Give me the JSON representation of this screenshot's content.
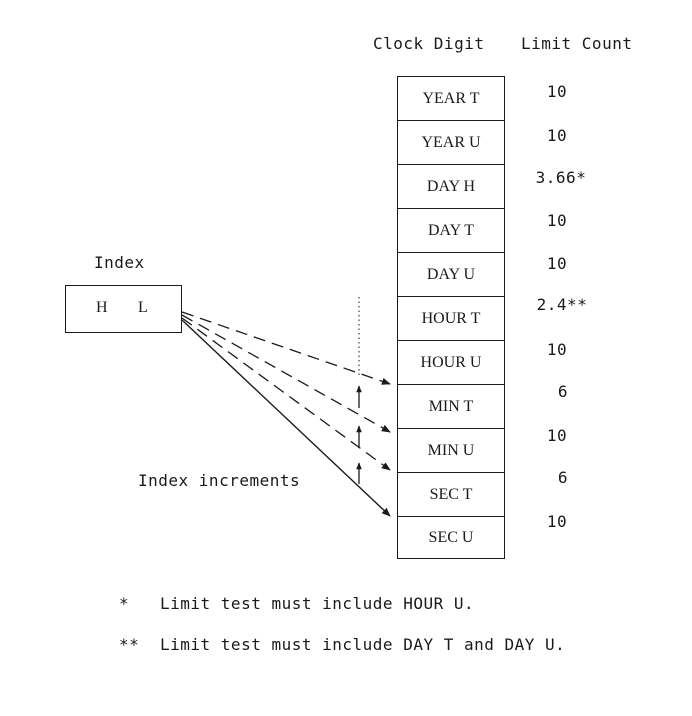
{
  "headers": {
    "clock_digit": "Clock Digit",
    "limit_count": "Limit Count"
  },
  "digits": [
    {
      "label": "YEAR T",
      "limit": "10"
    },
    {
      "label": "YEAR U",
      "limit": "10"
    },
    {
      "label": "DAY H",
      "limit": "3.66*"
    },
    {
      "label": "DAY T",
      "limit": "10"
    },
    {
      "label": "DAY U",
      "limit": "10"
    },
    {
      "label": "HOUR T",
      "limit": "2.4**"
    },
    {
      "label": "HOUR U",
      "limit": "10"
    },
    {
      "label": "MIN T",
      "limit": "6"
    },
    {
      "label": "MIN U",
      "limit": "10"
    },
    {
      "label": "SEC T",
      "limit": "6"
    },
    {
      "label": "SEC U",
      "limit": "10"
    }
  ],
  "index": {
    "title": "Index",
    "high": "H",
    "low": "L"
  },
  "index_increments": "Index increments",
  "footnotes": [
    {
      "mark": "*",
      "text": "Limit test must include HOUR U."
    },
    {
      "mark": "**",
      "text": "Limit test must include DAY T and DAY U."
    }
  ]
}
